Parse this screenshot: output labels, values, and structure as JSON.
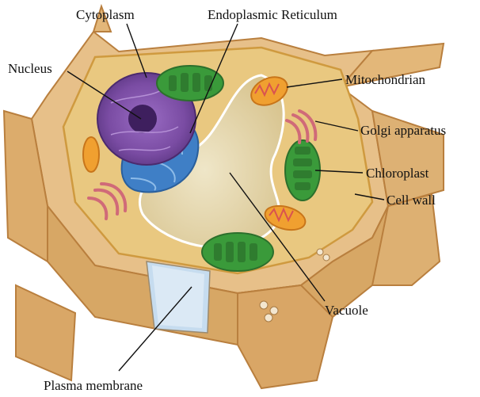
{
  "labels": {
    "cytoplasm": "Cytoplasm",
    "endoplasmic_reticulum": "Endoplasmic Reticulum",
    "nucleus": "Nucleus",
    "mitochondrian": "Mitochondrian",
    "golgi_apparatus": "Golgi apparatus",
    "chloroplast": "Chloroplast",
    "cell_wall": "Cell wall",
    "vacuole": "Vacuole",
    "plasma_membrane": "Plasma membrane"
  },
  "colors": {
    "cell_wall": "#e3b779",
    "cell_wall_dark": "#b97f3e",
    "cytoplasm": "#e9c880",
    "vacuole": "#e7dcb6",
    "nucleus": "#7c4fa6",
    "er": "#3f7fc6",
    "chloroplast": "#3a9a3a",
    "mitochondria": "#f0a030",
    "golgi": "#d06a78"
  }
}
